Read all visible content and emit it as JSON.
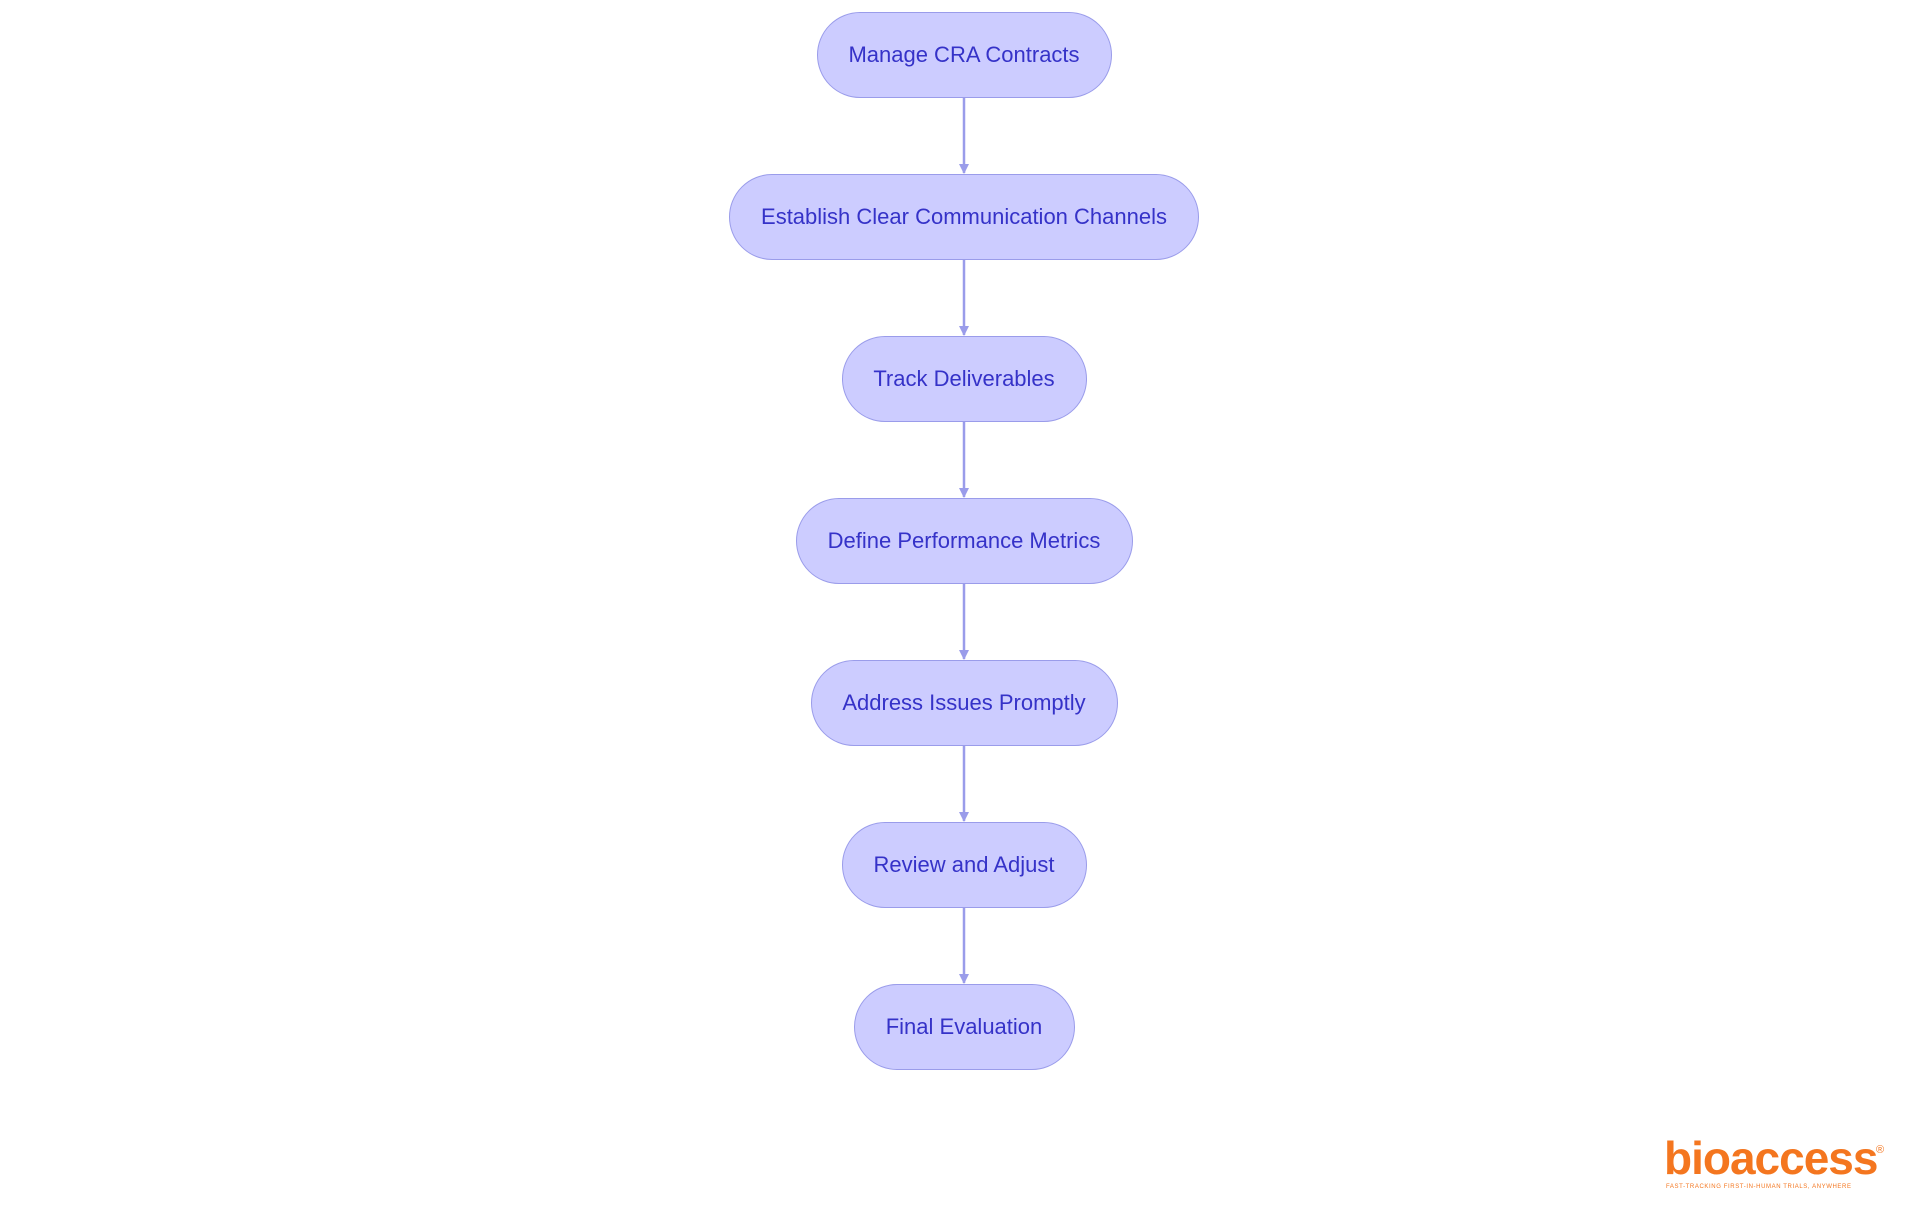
{
  "diagram": {
    "nodes": [
      "Manage CRA Contracts",
      "Establish Clear Communication Channels",
      "Track Deliverables",
      "Define Performance Metrics",
      "Address Issues Promptly",
      "Review and Adjust",
      "Final Evaluation"
    ],
    "edges": [
      [
        "Manage CRA Contracts",
        "Establish Clear Communication Channels"
      ],
      [
        "Establish Clear Communication Channels",
        "Track Deliverables"
      ],
      [
        "Track Deliverables",
        "Define Performance Metrics"
      ],
      [
        "Define Performance Metrics",
        "Address Issues Promptly"
      ],
      [
        "Address Issues Promptly",
        "Review and Adjust"
      ],
      [
        "Review and Adjust",
        "Final Evaluation"
      ]
    ]
  },
  "colors": {
    "node_fill": "#CCCCFF",
    "node_border": "#9A9CEA",
    "node_text": "#3532C8",
    "arrow": "#9A9CEA",
    "logo": "#F4761F"
  },
  "logo": {
    "wordmark": "bioaccess",
    "registered": "®",
    "tagline": "FAST-TRACKING FIRST-IN-HUMAN TRIALS, ANYWHERE"
  }
}
